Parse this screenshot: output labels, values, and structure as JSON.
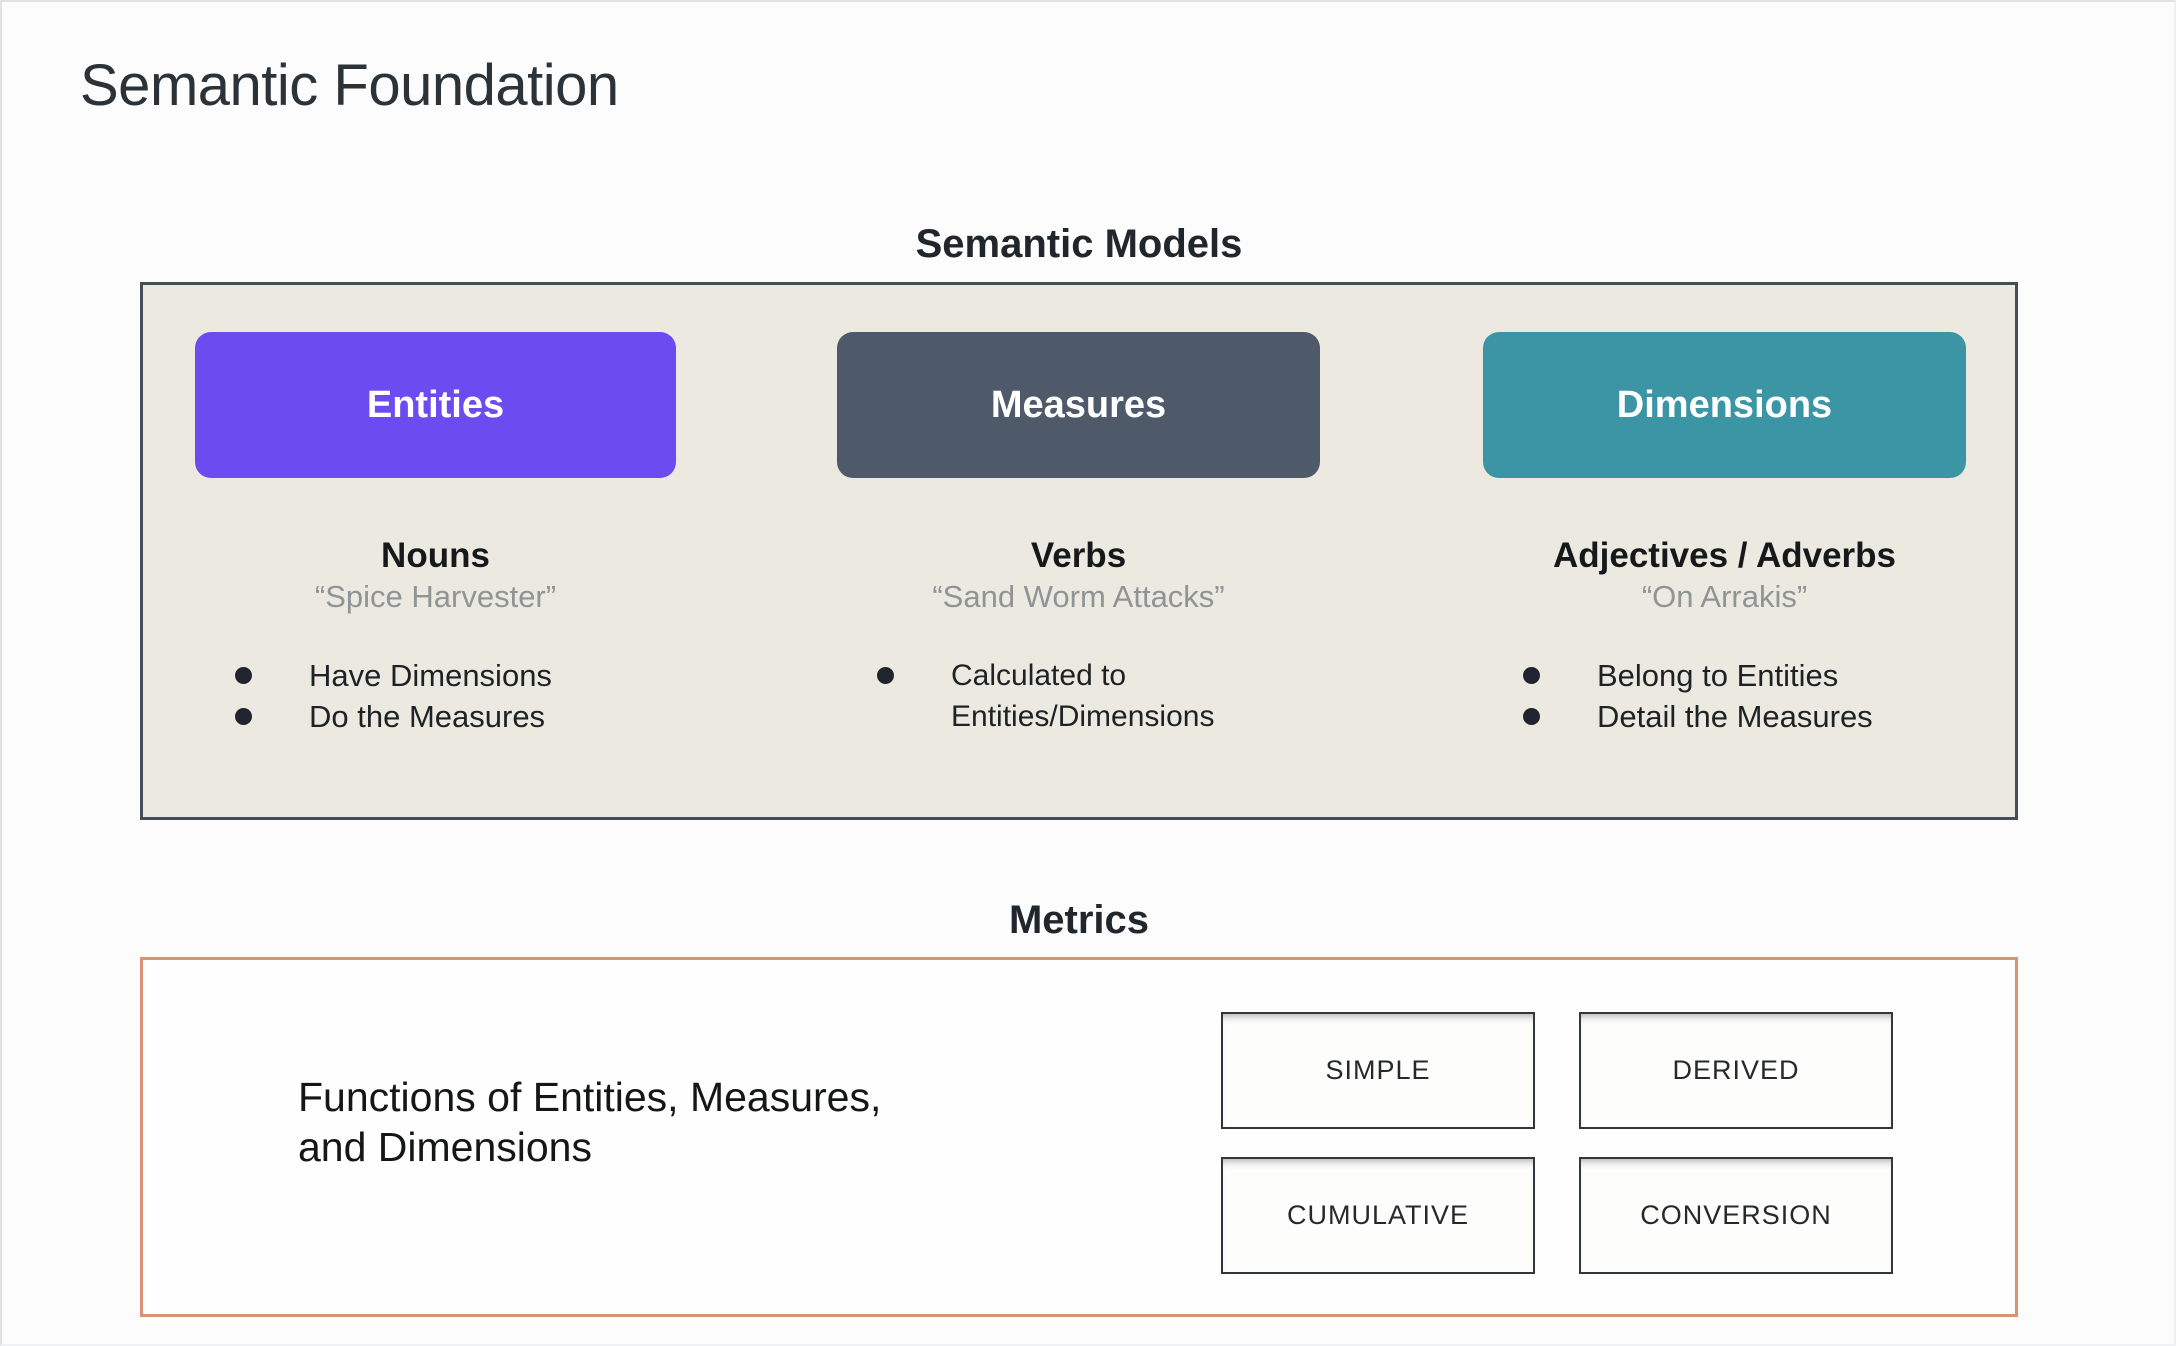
{
  "page": {
    "title": "Semantic Foundation"
  },
  "semantic_models": {
    "title": "Semantic Models",
    "panel_background": "#ECEAE0",
    "panel_border_color": "#434E5A",
    "columns": [
      {
        "button": "Entities",
        "button_color": "#6C4BF0",
        "heading": "Nouns",
        "quote": "“Spice Harvester”",
        "bullets": [
          "Have Dimensions",
          "Do the Measures"
        ]
      },
      {
        "button": "Measures",
        "button_color": "#4E5969",
        "heading": "Verbs",
        "quote": "“Sand Worm Attacks”",
        "bullets": [
          "Calculated to Entities/Dimensions"
        ]
      },
      {
        "button": "Dimensions",
        "button_color": "#3C95A5",
        "heading": "Adjectives / Adverbs",
        "quote": "“On Arrakis”",
        "bullets": [
          "Belong to Entities",
          "Detail the Measures"
        ]
      }
    ]
  },
  "metrics": {
    "title": "Metrics",
    "panel_border_color": "#DC9077",
    "description_line1": "Functions of Entities, Measures,",
    "description_line2": "and Dimensions",
    "boxes": [
      "SIMPLE",
      "DERIVED",
      "CUMULATIVE",
      "CONVERSION"
    ]
  }
}
